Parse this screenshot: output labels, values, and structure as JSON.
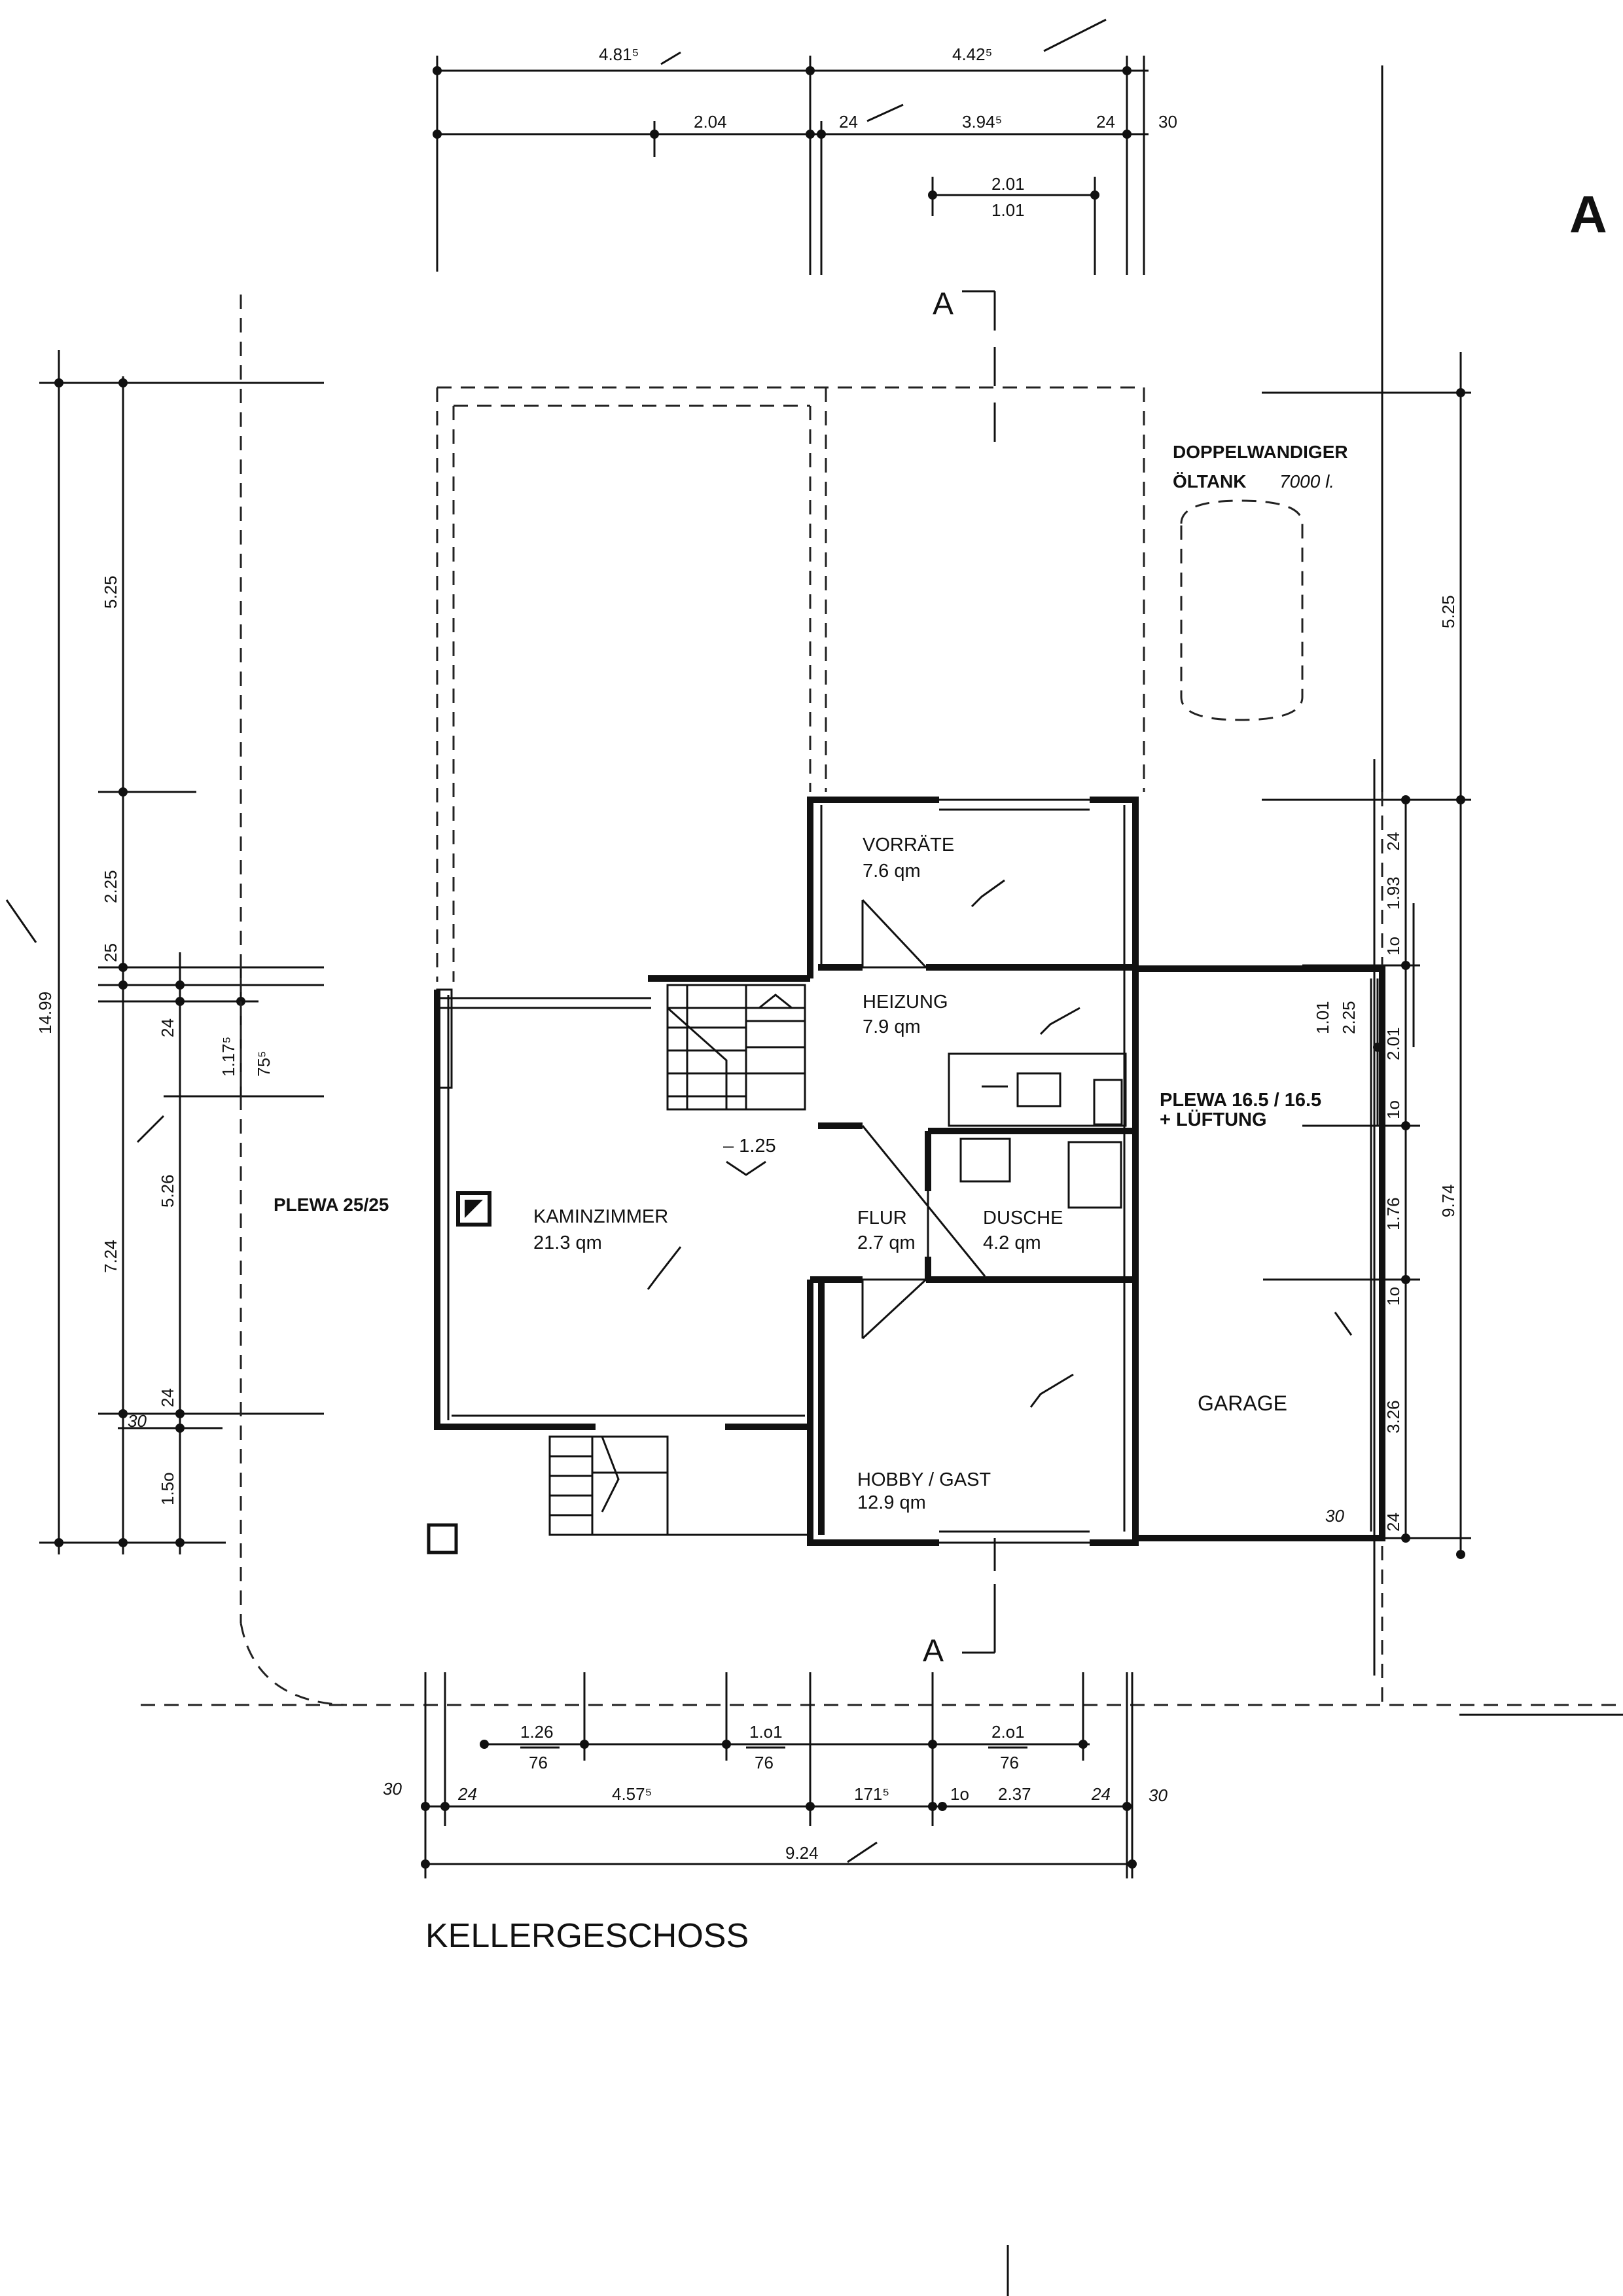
{
  "title": "KELLERGESCHOSS",
  "section_marker": "A",
  "rooms": {
    "vorraete": {
      "name": "VORRÄTE",
      "area": "7.6 qm"
    },
    "heizung": {
      "name": "HEIZUNG",
      "area": "7.9 qm"
    },
    "kaminzimmer": {
      "name": "KAMINZIMMER",
      "area": "21.3 qm"
    },
    "flur": {
      "name": "FLUR",
      "area": "2.7 qm"
    },
    "dusche": {
      "name": "DUSCHE",
      "area": "4.2 qm"
    },
    "hobby": {
      "name": "HOBBY / GAST",
      "area": "12.9 qm"
    },
    "garage": {
      "name": "GARAGE"
    }
  },
  "notes": {
    "oeltank_line1": "DOPPELWANDIGER",
    "oeltank_line2": "ÖLTANK",
    "oeltank_volume": "7000 l.",
    "plewa_left": "PLEWA 25/25",
    "plewa_garage_line1": "PLEWA 16.5 / 16.5",
    "plewa_garage_line2": "+ LÜFTUNG",
    "level": "– 1.25"
  },
  "dimensions": {
    "top": {
      "d1": "4.81⁵",
      "d2": "4.42⁵",
      "d3": "2.04",
      "d4": "24",
      "d5": "3.94⁵",
      "d6": "24",
      "d7": "30",
      "d8": "2.01",
      "d9": "1.01"
    },
    "left": {
      "d1": "14.99",
      "d2": "5.25",
      "d3": "2.25",
      "d4": "25",
      "d5": "7.24",
      "d6": "24",
      "d7": "1.17⁵",
      "d8": "75⁵",
      "d9": "5.26",
      "d10": "30",
      "d11": "24",
      "d12": "1.5o"
    },
    "right": {
      "d1": "5.25",
      "d2": "9.74",
      "d3": "24",
      "d4": "1.93",
      "d5": "1o",
      "d6": "2.25",
      "d7": "1.01",
      "d8": "2.01",
      "d9": "1o",
      "d10": "1.76",
      "d11": "1o",
      "d12": "3.26",
      "d13": "24",
      "d14": "30"
    },
    "bottom": {
      "d1": "1.26",
      "d2": "76",
      "d3": "1.o1",
      "d4": "76",
      "d5": "2.o1",
      "d6": "76",
      "d7": "30",
      "d8": "24",
      "d9": "4.57⁵",
      "d10": "171⁵",
      "d11": "1o",
      "d12": "2.37",
      "d13": "24",
      "d14": "30",
      "d15": "9.24"
    }
  }
}
